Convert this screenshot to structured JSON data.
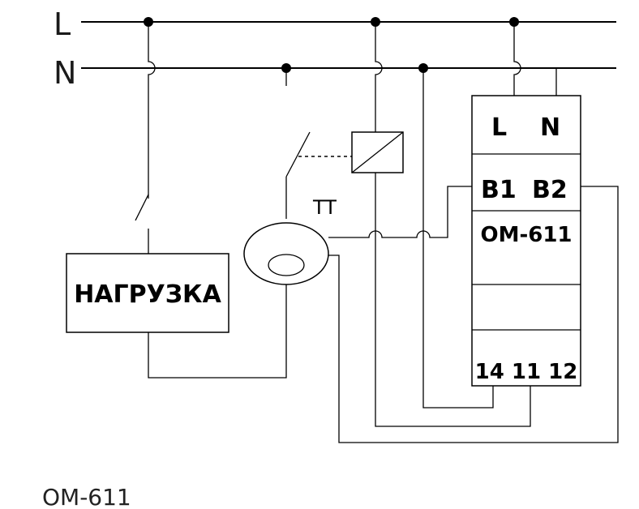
{
  "lines": {
    "l_label": "L",
    "n_label": "N"
  },
  "load": {
    "label": "НАГРУЗКА"
  },
  "current_transformer": {
    "label": "TT"
  },
  "device": {
    "terminal_l": "L",
    "terminal_n": "N",
    "terminal_b1": "B1",
    "terminal_b2": "B2",
    "model": "OM-611",
    "contacts": "14 11 12"
  },
  "caption": "OM-611"
}
